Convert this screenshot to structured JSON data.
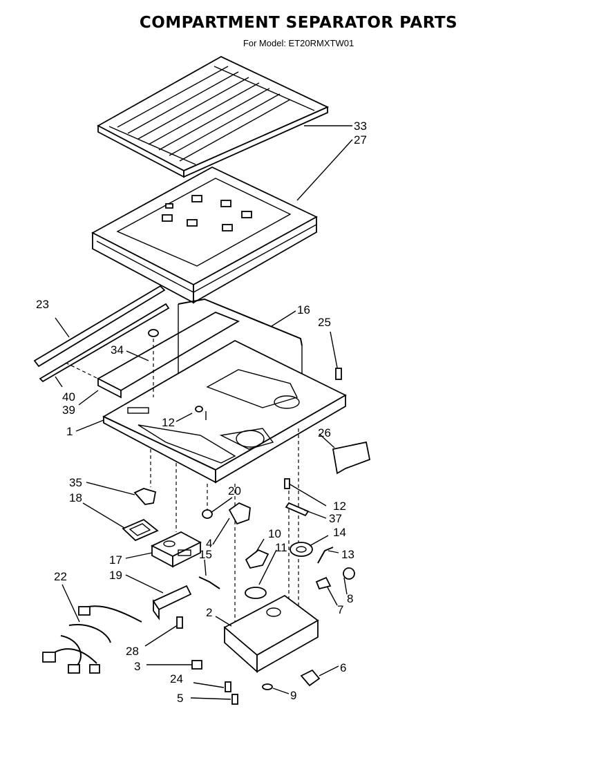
{
  "header": {
    "title": "COMPARTMENT SEPARATOR  PARTS",
    "model_label": "For Model: ET20RMXTW01"
  },
  "callouts": {
    "c33": "33",
    "c27": "27",
    "c23": "23",
    "c16": "16",
    "c25": "25",
    "c34": "34",
    "c40": "40",
    "c39": "39",
    "c1": "1",
    "c12a": "12",
    "c26": "26",
    "c35": "35",
    "c18": "18",
    "c20": "20",
    "c12b": "12",
    "c37": "37",
    "c4": "4",
    "c10": "10",
    "c14": "14",
    "c11": "11",
    "c13": "13",
    "c15": "15",
    "c17": "17",
    "c19": "19",
    "c22": "22",
    "c8": "8",
    "c7": "7",
    "c2": "2",
    "c28": "28",
    "c3": "3",
    "c6": "6",
    "c24": "24",
    "c5": "5",
    "c9": "9"
  }
}
